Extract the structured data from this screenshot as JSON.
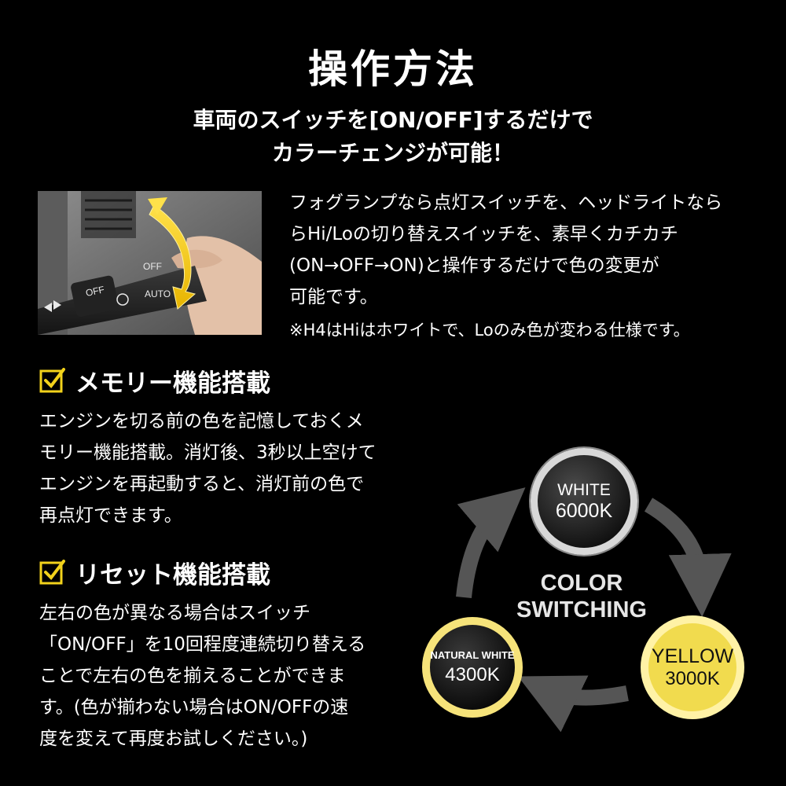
{
  "title": "操作方法",
  "subtitle": {
    "line1": "車両のスイッチを[ON/OFF]するだけで",
    "line2": "カラーチェンジが可能！"
  },
  "photo": {
    "switch_labels": {
      "off_top": "OFF",
      "off_side": "OFF",
      "auto": "AUTO"
    }
  },
  "intro": {
    "text": "フォグランプなら点灯スイッチを、ヘッドライトなら\nらHi/Loの切り替えスイッチを、素早くカチカチ\n(ON→OFF→ON)と操作するだけで色の変更が\n可能です。",
    "note": "※H4はHiはホワイトで、Loのみ色が変わる仕様です。"
  },
  "memory": {
    "heading": "メモリー機能搭載",
    "text": "エンジンを切る前の色を記憶しておくメ\nモリー機能搭載。消灯後、3秒以上空けて\nエンジンを再起動すると、消灯前の色で\n再点灯できます。"
  },
  "reset": {
    "heading": "リセット機能搭載",
    "text": "左右の色が異なる場合はスイッチ\n「ON/OFF」を10回程度連続切り替える\nことで左右の色を揃えることができま\nす。(色が揃わない場合はON/OFFの速\n度を変えて再度お試しください。)"
  },
  "diagram": {
    "center_line1": "COLOR",
    "center_line2": "SWITCHING",
    "white": {
      "name": "WHITE",
      "value": "6000K"
    },
    "yellow": {
      "name": "YELLOW",
      "value": "3000K"
    },
    "natural": {
      "name": "NATURAL WHITE",
      "value": "4300K"
    }
  },
  "colors": {
    "accent_yellow": "#f2d21b",
    "background": "#000000"
  }
}
